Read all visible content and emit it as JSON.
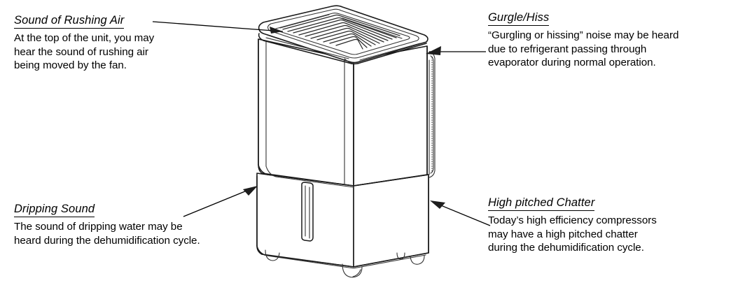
{
  "document": {
    "type": "appliance-annotated-illustration",
    "subject": "Dehumidifier normal operating sounds"
  },
  "illustration": {
    "name": "dehumidifier-unit",
    "parts": [
      "top-louver-grille",
      "upper-cabinet",
      "side-air-vent",
      "water-bucket",
      "bucket-handle-slot",
      "casters"
    ]
  },
  "callouts": [
    {
      "id": "rushing-air",
      "title": "Sound of Rushing Air",
      "body": "At the top of the unit, you may\nhear the sound of rushing air\nbeing moved by the fan.",
      "pointer": "top-louver-grille"
    },
    {
      "id": "gurgle-hiss",
      "title": "Gurgle/Hiss",
      "body": "“Gurgling or hissing” noise may be heard\ndue to refrigerant passing through\nevaporator during normal operation.",
      "pointer": "side-air-vent"
    },
    {
      "id": "dripping-sound",
      "title": "Dripping Sound",
      "body": "The sound of dripping water may be\nheard during the dehumidification cycle.",
      "pointer": "bucket-left-side"
    },
    {
      "id": "high-pitched-chatter",
      "title": "High pitched Chatter",
      "body": "Today’s high efficiency compressors\nmay have a high pitched chatter\nduring the dehumidification cycle.",
      "pointer": "bucket-right-side"
    }
  ],
  "colors": {
    "background": "#ffffff",
    "text": "#000000",
    "line": "#1a1a1a",
    "arrow": "#1d1d1d"
  }
}
